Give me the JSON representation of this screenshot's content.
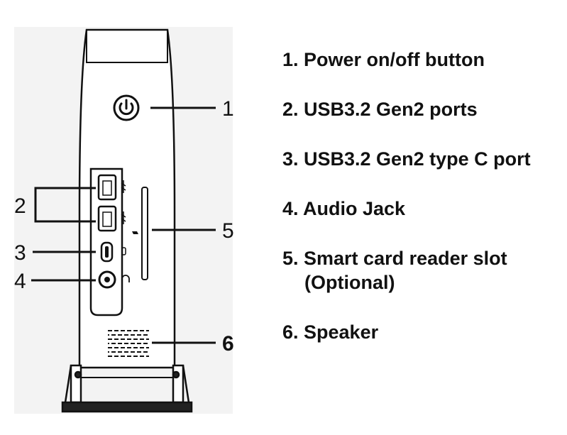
{
  "callouts": [
    "1",
    "2",
    "3",
    "4",
    "5",
    "6"
  ],
  "legend": [
    {
      "text": "1. Power on/off button"
    },
    {
      "text": "2. USB3.2 Gen2 ports"
    },
    {
      "text": "3. USB3.2 Gen2 type C port"
    },
    {
      "text": "4. Audio Jack"
    },
    {
      "text": "5. Smart card reader slot",
      "cont": "(Optional)"
    },
    {
      "text": "6. Speaker"
    }
  ],
  "colors": {
    "line": "#111111",
    "background": "#ffffff",
    "panel_backdrop": "#f2f2f2"
  },
  "icons": [
    "power-icon",
    "usb-icon",
    "usb-c-icon",
    "headphone-icon",
    "card-icon"
  ]
}
